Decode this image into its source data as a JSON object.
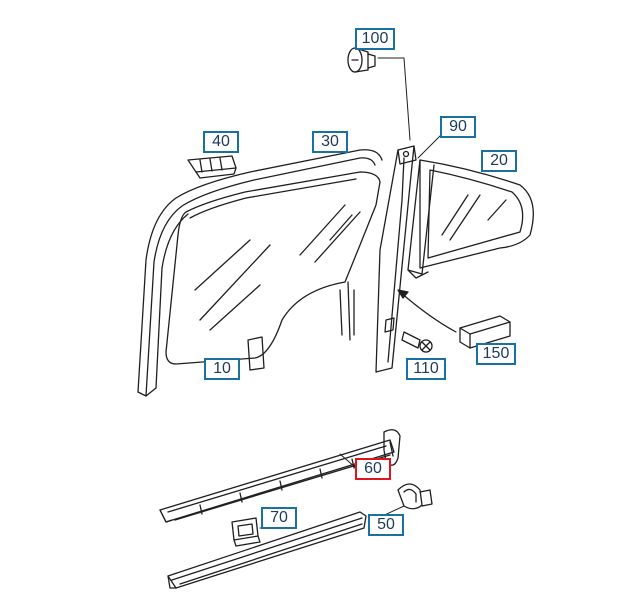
{
  "colors": {
    "line": "#1f1f1f",
    "callout_border": "#1a6fa3",
    "highlight_border": "#e0141e",
    "text": "#1b3a5c"
  },
  "callouts": {
    "c100": "100",
    "c90": "90",
    "c40": "40",
    "c30": "30",
    "c20": "20",
    "c10": "10",
    "c110": "110",
    "c150": "150",
    "c60": "60",
    "c70": "70",
    "c50": "50"
  },
  "highlighted": "60"
}
